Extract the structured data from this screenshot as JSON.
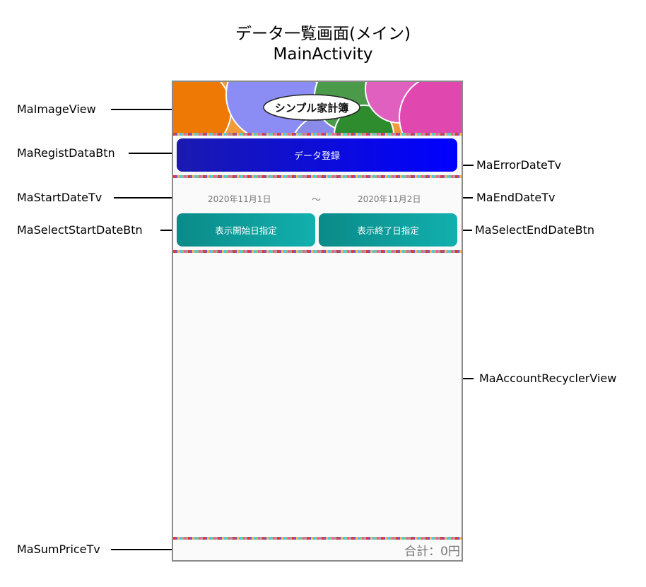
{
  "title": {
    "jp": "データ一覧画面(メイン)",
    "en": "MainActivity"
  },
  "labels": {
    "image_view": "MaImageView",
    "regist_btn": "MaRegistDataBtn",
    "error_date": "MaErrorDateTv",
    "start_date": "MaStartDateTv",
    "end_date": "MaEndDateTv",
    "select_start": "MaSelectStartDateBtn",
    "select_end": "MaSelectEndDateBtn",
    "recycler": "MaAccountRecyclerView",
    "sum_price": "MaSumPriceTv"
  },
  "app": {
    "logo_text": "シンプル家計簿",
    "regist_label": "データ登録",
    "start_date": "2020年11月1日",
    "tilde": "〜",
    "end_date": "2020年11月2日",
    "select_start_label": "表示開始日指定",
    "select_end_label": "表示終了日指定",
    "sum_text": "合計：0円"
  },
  "colors": {
    "regist_button": "#0000ff",
    "select_button": "#12b0ae",
    "header_orange": "#f08a20"
  }
}
